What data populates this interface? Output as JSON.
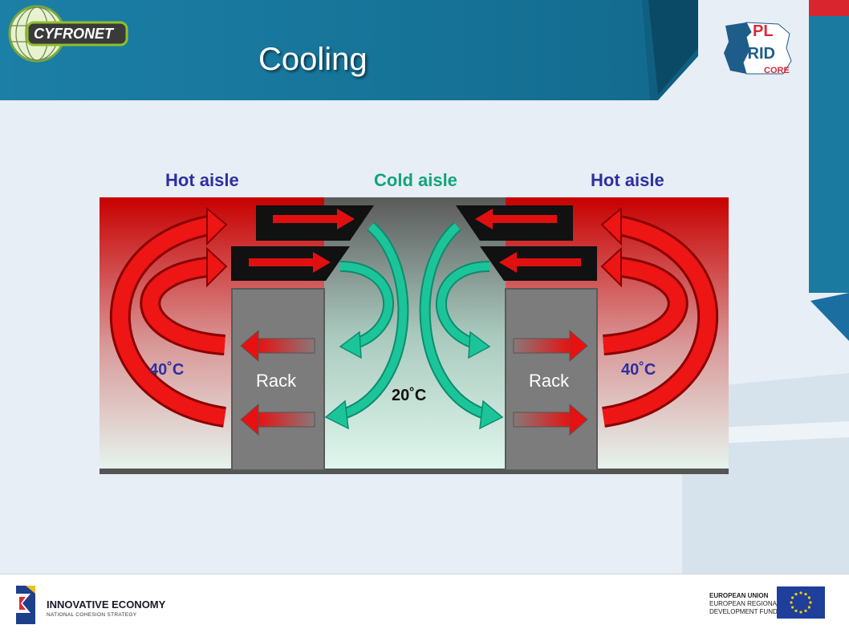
{
  "slide": {
    "title": "Cooling"
  },
  "logos": {
    "cyfronet": "CYFRONET",
    "plgrid_line1": "PL",
    "plgrid_line2": "GRID",
    "plgrid_line3": "CORE"
  },
  "diagram": {
    "aisles": {
      "left": "Hot aisle",
      "center": "Cold aisle",
      "right": "Hot aisle"
    },
    "temperatures": {
      "hot_left": "40˚C",
      "hot_right": "40˚C",
      "cold": "20˚C"
    },
    "racks": {
      "left": "Rack",
      "right": "Rack"
    }
  },
  "footer": {
    "ie_title": "INNOVATIVE ECONOMY",
    "ie_subtitle": "NATIONAL COHESION STRATEGY",
    "eu_line1": "EUROPEAN UNION",
    "eu_line2": "EUROPEAN REGIONAL",
    "eu_line3": "DEVELOPMENT FUND"
  },
  "colors": {
    "header_blue": "#1a7aa0",
    "hot_red": "#e01010",
    "cold_green": "#1cc49a",
    "rack_gray": "#7c7c7c",
    "label_blue": "#2e2fa0",
    "label_green": "#12a47a"
  }
}
